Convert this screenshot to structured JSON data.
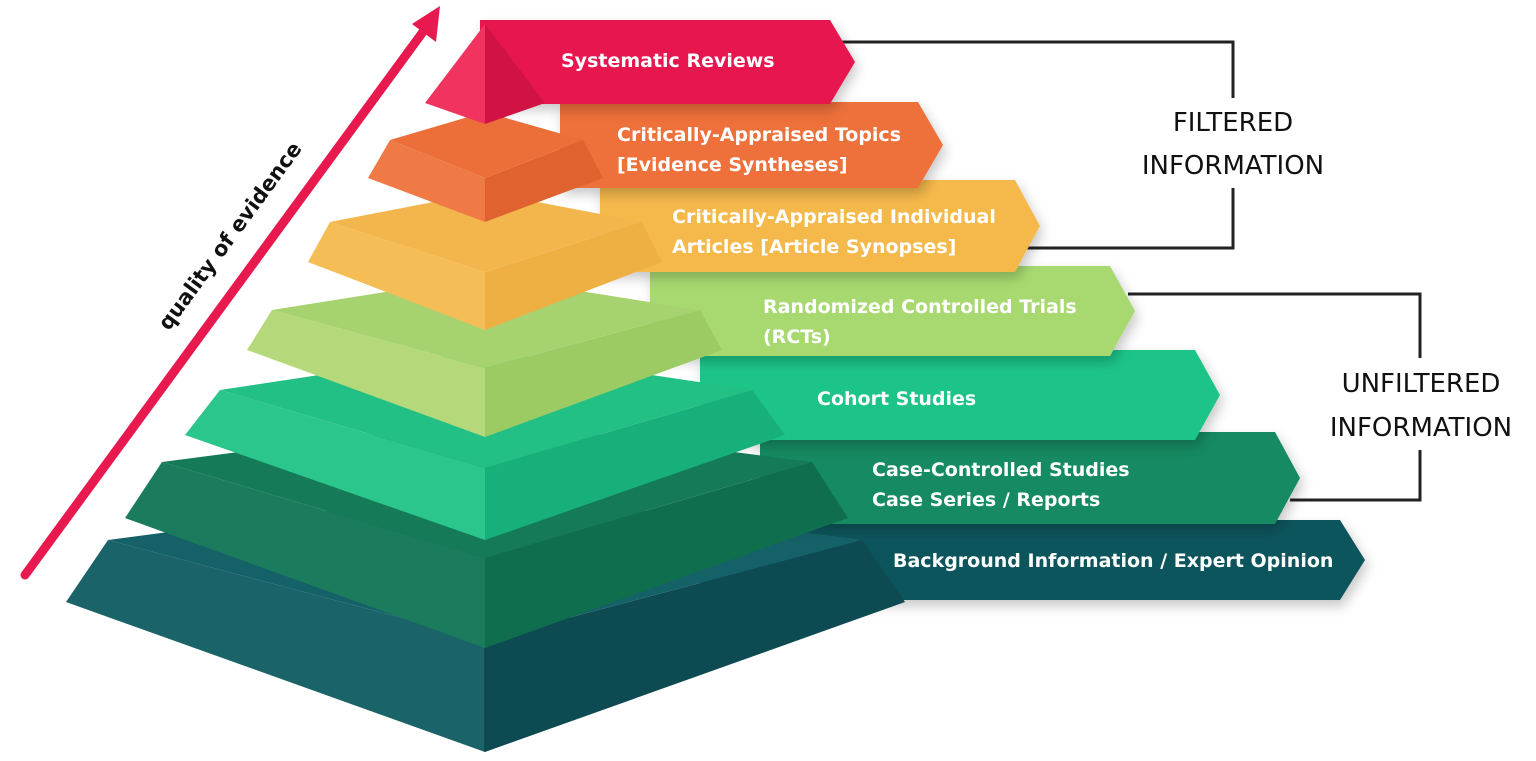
{
  "levels": [
    {
      "line1": "Systematic Reviews",
      "line2": "",
      "color": "#e8194f"
    },
    {
      "line1": "Critically-Appraised Topics",
      "line2": "[Evidence Syntheses]",
      "color": "#ee6f3a"
    },
    {
      "line1": "Critically-Appraised Individual",
      "line2": "Articles [Article Synopses]",
      "color": "#f5b94c"
    },
    {
      "line1": "Randomized Controlled Trials",
      "line2": "(RCTs)",
      "color": "#a8d96f"
    },
    {
      "line1": "Cohort Studies",
      "line2": "",
      "color": "#1fc488"
    },
    {
      "line1": "Case-Controlled Studies",
      "line2": "Case Series / Reports",
      "color": "#148a62"
    },
    {
      "line1": "Background Information / Expert Opinion",
      "line2": "",
      "color": "#11545b"
    }
  ],
  "filtered": {
    "line1": "FILTERED",
    "line2": "INFORMATION"
  },
  "unfiltered": {
    "line1": "UNFILTERED",
    "line2": "INFORMATION"
  },
  "axis_label": "quality of evidence",
  "colors": {
    "arrow": "#e8194f",
    "bracket": "#222222"
  }
}
